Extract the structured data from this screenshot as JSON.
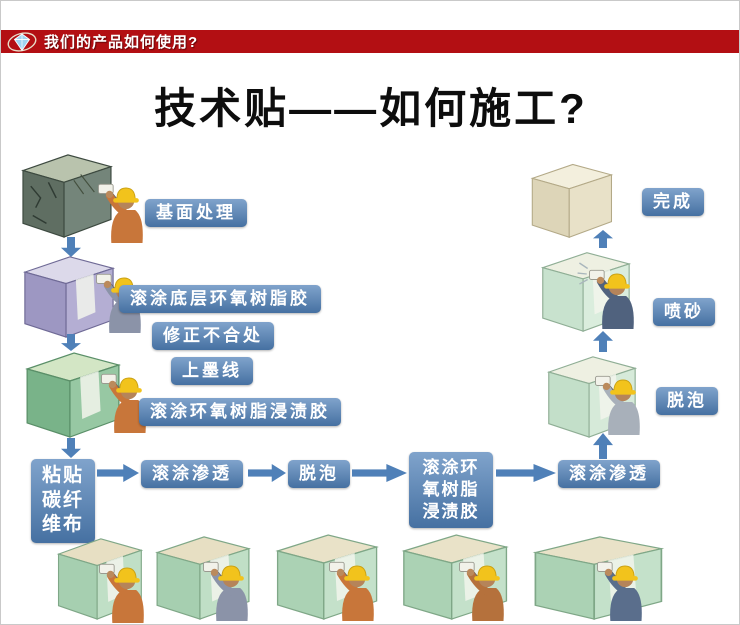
{
  "banner": {
    "logo_icon": "diamond-icon",
    "text": "我们的产品如何使用?"
  },
  "title": "技术贴——如何施工?",
  "flow": [
    {
      "id": "base-treatment",
      "label": "基面处理"
    },
    {
      "id": "roll-primer-epoxy",
      "label": "滚涂底层环氧树脂胶"
    },
    {
      "id": "fix-irregularities",
      "label": "修正不合处"
    },
    {
      "id": "ink-line",
      "label": "上墨线"
    },
    {
      "id": "roll-epoxy-impregnate",
      "label": "滚涂环氧树脂浸渍胶"
    },
    {
      "id": "paste-carbon-fiber",
      "label": "粘贴碳纤维布"
    },
    {
      "id": "roll-penetrate",
      "label": "滚涂渗透"
    },
    {
      "id": "defoam",
      "label": "脱泡"
    },
    {
      "id": "roll-epoxy-impregnate-2",
      "label": "滚涂环氧树脂浸渍胶"
    },
    {
      "id": "roll-penetrate-2",
      "label": "滚涂渗透"
    },
    {
      "id": "defoam-2",
      "label": "脱泡"
    },
    {
      "id": "sand-blast",
      "label": "喷砂"
    },
    {
      "id": "complete",
      "label": "完成"
    }
  ],
  "colors": {
    "banner_bg": "#b30f13",
    "label_bg": "#4f80b8",
    "arrow": "#4f80b8"
  }
}
